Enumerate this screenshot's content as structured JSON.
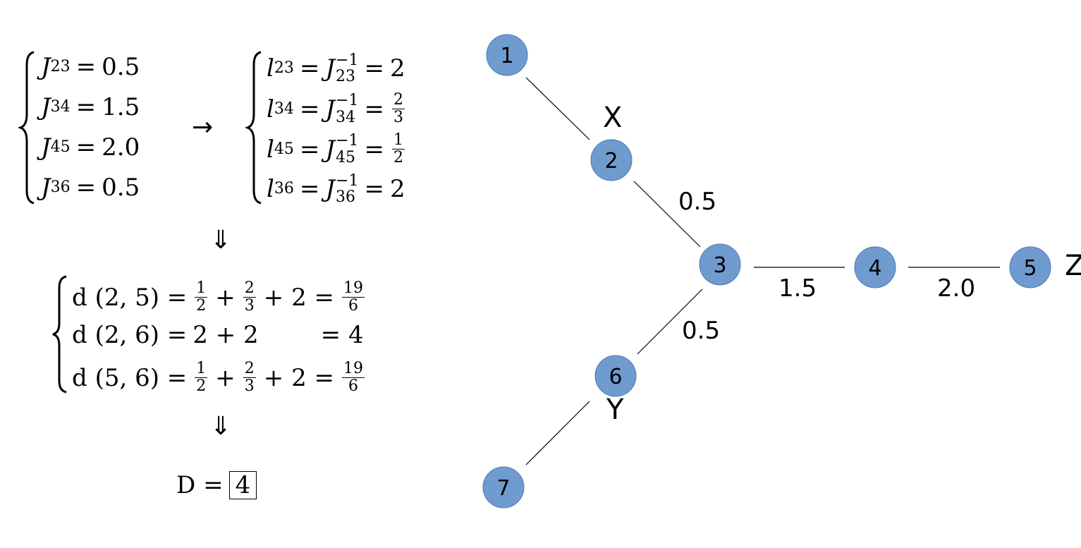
{
  "couplings": [
    {
      "name": "J",
      "sub": "23",
      "value": "0.5"
    },
    {
      "name": "J",
      "sub": "34",
      "value": "1.5"
    },
    {
      "name": "J",
      "sub": "45",
      "value": "2.0"
    },
    {
      "name": "J",
      "sub": "36",
      "value": "0.5"
    }
  ],
  "arrow_right": "→",
  "lengths": [
    {
      "name": "l",
      "sub": "23",
      "J": "J",
      "sup": "−1",
      "value": "2"
    },
    {
      "name": "l",
      "sub": "34",
      "J": "J",
      "sup": "−1",
      "num": "2",
      "den": "3"
    },
    {
      "name": "l",
      "sub": "45",
      "J": "J",
      "sup": "−1",
      "num": "1",
      "den": "2"
    },
    {
      "name": "l",
      "sub": "36",
      "J": "J",
      "sup": "−1",
      "value": "2"
    }
  ],
  "arrow_down": "⇓",
  "distances": [
    {
      "label": "d (2, 5) =",
      "t1n": "1",
      "t1d": "2",
      "plus1": "+",
      "t2n": "2",
      "t2d": "3",
      "rest": "+ 2 =",
      "rn": "19",
      "rd": "6"
    },
    {
      "label": "d (2, 6) =",
      "expr": "2 + 2",
      "eq": "= 4"
    },
    {
      "label": "d (5, 6) =",
      "t1n": "1",
      "t1d": "2",
      "plus1": "+",
      "t2n": "2",
      "t2d": "3",
      "rest": "+ 2 =",
      "rn": "19",
      "rd": "6"
    }
  ],
  "result": {
    "label": "D =",
    "value": "4"
  },
  "graph": {
    "node_color": "#6f9bcf",
    "node_stroke": "#4a7ab5",
    "nodes": [
      "1",
      "2",
      "3",
      "4",
      "5",
      "6",
      "7"
    ],
    "edge_labels": [
      "0.5",
      "1.5",
      "2.0",
      "0.5"
    ],
    "node_tags": [
      "X",
      "Z",
      "Y"
    ]
  }
}
